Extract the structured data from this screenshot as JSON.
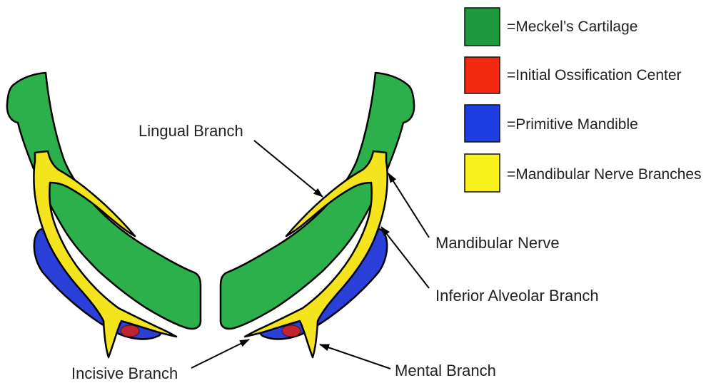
{
  "legend": {
    "items": [
      {
        "label": "=Meckel’s Cartilage",
        "color": "#1c9a3d"
      },
      {
        "label": "=Initial Ossification Center",
        "color": "#f42a10"
      },
      {
        "label": "=Primitive Mandible",
        "color": "#1f3ee2"
      },
      {
        "label": "=Mandibular Nerve Branches",
        "color": "#f8f11c"
      }
    ]
  },
  "labels": {
    "lingual_branch": "Lingual Branch",
    "mandibular_nerve": "Mandibular Nerve",
    "inferior_alveolar_branch": "Inferior Alveolar Branch",
    "incisive_branch": "Incisive Branch",
    "mental_branch": "Mental Branch"
  },
  "colors": {
    "meckels_cartilage": "#2bb04b",
    "ossification_center": "#be2530",
    "primitive_mandible": "#2a40d8",
    "nerve_branches": "#f3e41e"
  }
}
